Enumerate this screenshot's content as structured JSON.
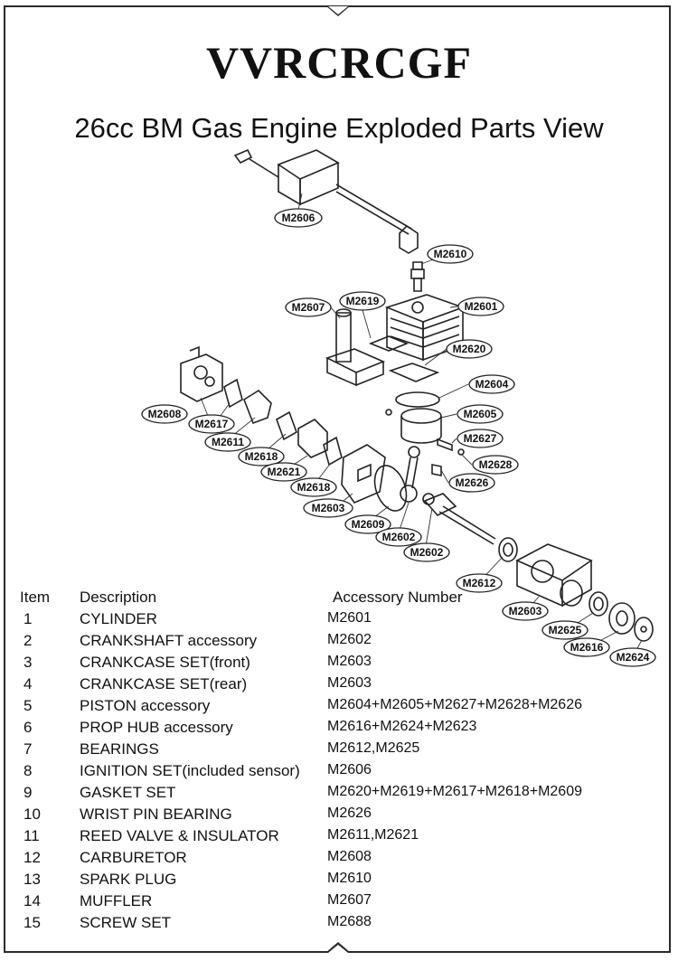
{
  "brand": "VVRCRCGF",
  "subtitle": "26cc BM Gas Engine Exploded Parts View",
  "part_labels": [
    "M2606",
    "M2610",
    "M2607",
    "M2619",
    "M2601",
    "M2620",
    "M2604",
    "M2608",
    "M2617",
    "M2611",
    "M2605",
    "M2627",
    "M2618",
    "M2628",
    "M2621",
    "M2626",
    "M2618",
    "M2603",
    "M2609",
    "M2602",
    "M2602",
    "M2612",
    "M2603",
    "M2625",
    "M2616",
    "M2624"
  ],
  "table": {
    "headers": {
      "item": "Item",
      "description": "Description",
      "accessory": "Accessory Number"
    },
    "rows": [
      {
        "item": "1",
        "description": "CYLINDER",
        "accessory": "M2601"
      },
      {
        "item": "2",
        "description": "CRANKSHAFT accessory",
        "accessory": "M2602"
      },
      {
        "item": "3",
        "description": "CRANKCASE SET(front)",
        "accessory": "M2603"
      },
      {
        "item": "4",
        "description": "CRANKCASE SET(rear)",
        "accessory": "M2603"
      },
      {
        "item": "5",
        "description": "PISTON accessory",
        "accessory": "M2604+M2605+M2627+M2628+M2626"
      },
      {
        "item": "6",
        "description": "PROP HUB accessory",
        "accessory": "M2616+M2624+M2623"
      },
      {
        "item": "7",
        "description": "BEARINGS",
        "accessory": "M2612,M2625"
      },
      {
        "item": "8",
        "description": "IGNITION SET(included sensor)",
        "accessory": "M2606"
      },
      {
        "item": "9",
        "description": "GASKET SET",
        "accessory": "M2620+M2619+M2617+M2618+M2609"
      },
      {
        "item": "10",
        "description": "WRIST PIN BEARING",
        "accessory": "M2626"
      },
      {
        "item": "11",
        "description": "REED VALVE & INSULATOR",
        "accessory": "M2611,M2621"
      },
      {
        "item": "12",
        "description": "CARBURETOR",
        "accessory": "M2608"
      },
      {
        "item": "13",
        "description": "SPARK PLUG",
        "accessory": "M2610"
      },
      {
        "item": "14",
        "description": "MUFFLER",
        "accessory": "M2607"
      },
      {
        "item": "15",
        "description": "SCREW SET",
        "accessory": "M2688"
      }
    ]
  }
}
